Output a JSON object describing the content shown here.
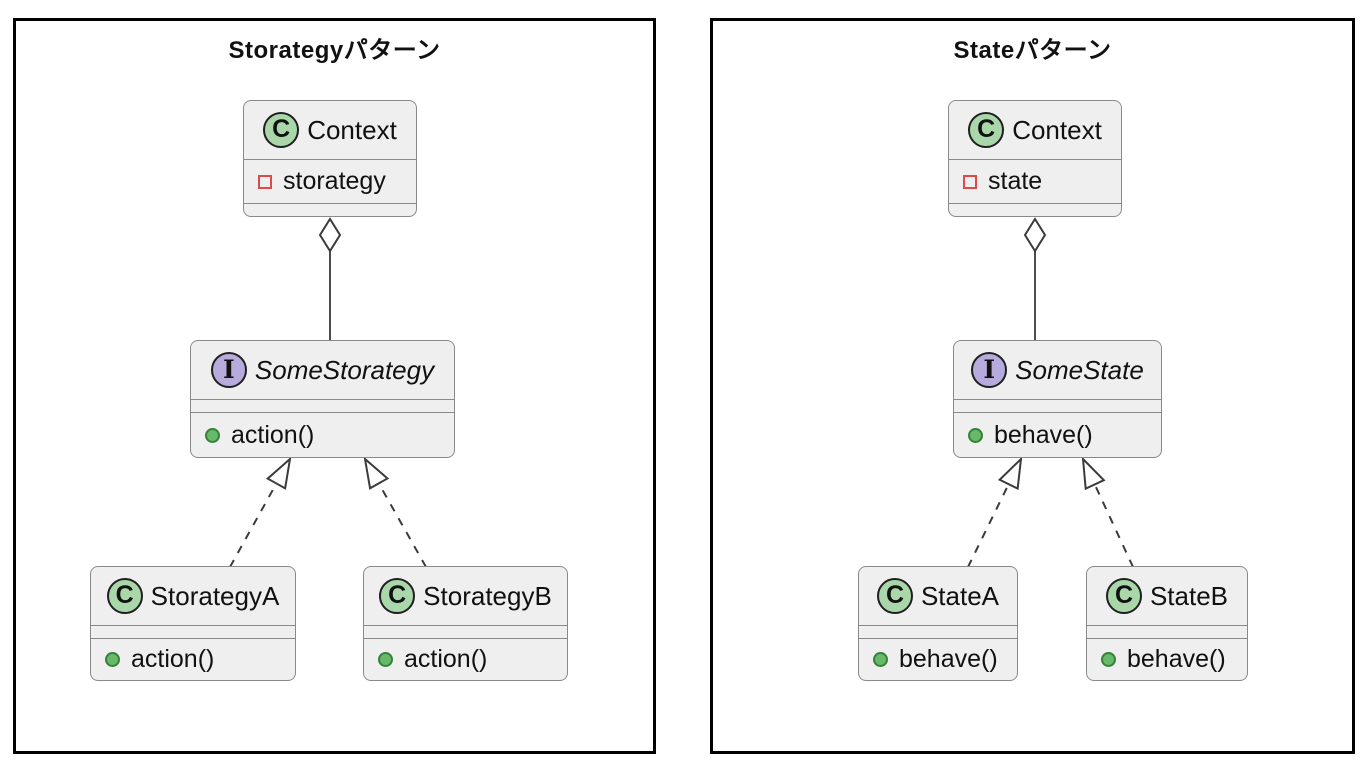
{
  "colors": {
    "panel_border": "#000000",
    "box_fill": "#efefef",
    "box_border": "#8a8a8a",
    "class_icon_green": "#a9d7a9",
    "interface_icon_purple": "#b7abdd",
    "private_field_red": "#dd4a4a",
    "public_method_green": "#67b969",
    "edge_color": "#3b3b3b"
  },
  "diagrams": [
    {
      "title": "Storategyパターン",
      "context": {
        "icon_letter": "C",
        "name": "Context",
        "field": "storategy"
      },
      "interface": {
        "icon_letter": "I",
        "name": "SomeStorategy",
        "method": "action()"
      },
      "impl_a": {
        "icon_letter": "C",
        "name": "StorategyA",
        "method": "action()"
      },
      "impl_b": {
        "icon_letter": "C",
        "name": "StorategyB",
        "method": "action()"
      }
    },
    {
      "title": "Stateパターン",
      "context": {
        "icon_letter": "C",
        "name": "Context",
        "field": "state"
      },
      "interface": {
        "icon_letter": "I",
        "name": "SomeState",
        "method": "behave()"
      },
      "impl_a": {
        "icon_letter": "C",
        "name": "StateA",
        "method": "behave()"
      },
      "impl_b": {
        "icon_letter": "C",
        "name": "StateB",
        "method": "behave()"
      }
    }
  ]
}
